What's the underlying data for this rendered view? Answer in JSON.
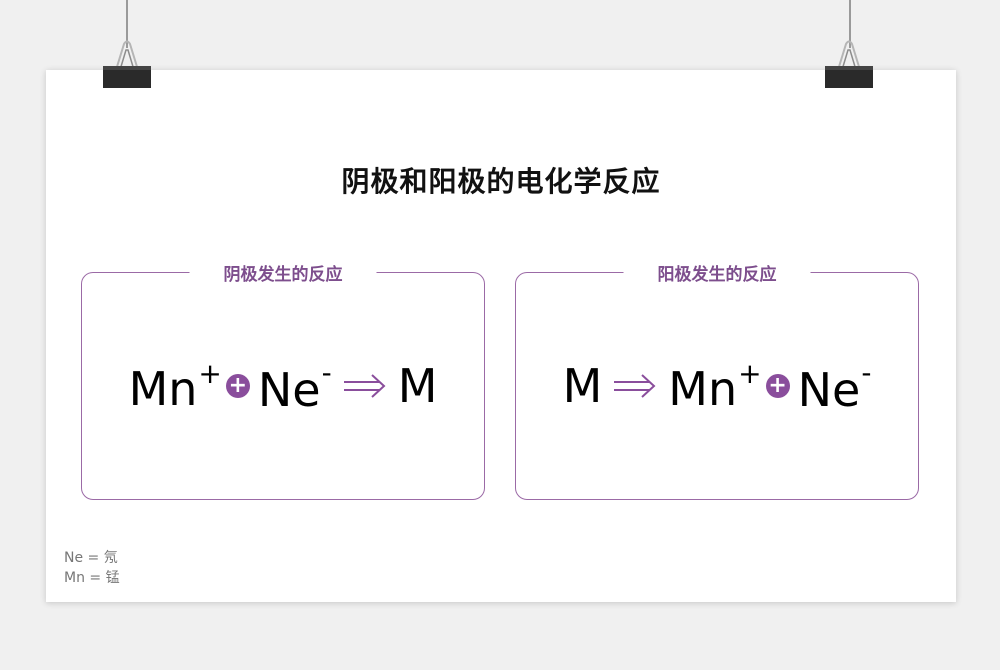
{
  "title": "阴极和阳极的电化学反应",
  "left_box": {
    "label": "阴极发生的反应",
    "eq": {
      "t1": "Mn",
      "t1_sup": "+",
      "t2": "Ne",
      "t2_sup": "-",
      "t3": "M"
    }
  },
  "right_box": {
    "label": "阳极发生的反应",
    "eq": {
      "t1": "M",
      "t2": "Mn",
      "t2_sup": "+",
      "t3": "Ne",
      "t3_sup": "-"
    }
  },
  "notes": [
    "Ne = 氖",
    "Mn = 锰"
  ],
  "colors": {
    "accent": "#8a4e9c",
    "border": "#9b6aa6",
    "label": "#7d4e8d"
  },
  "icons": {
    "operator": "plus-circle-icon",
    "reaction": "double-arrow-icon",
    "fastener": "binder-clip-icon"
  }
}
